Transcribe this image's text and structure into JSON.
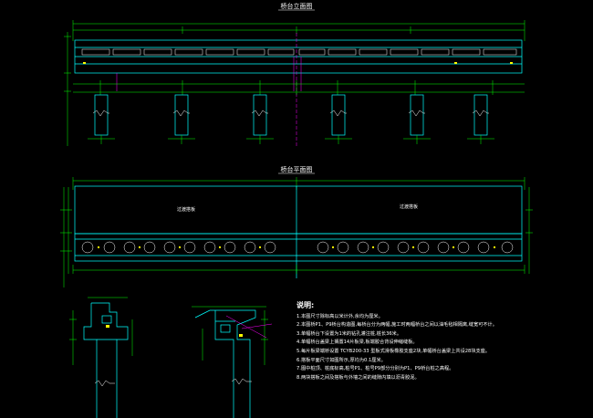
{
  "titles": {
    "elevation": "桥台立面图",
    "plan": "桥台平面图"
  },
  "plan_labels": {
    "slab_left": "过渡搭板",
    "slab_right": "过渡搭板"
  },
  "notes": {
    "heading": "说明:",
    "items": [
      "1.本图尺寸除标高以米计外,余均为厘米。",
      "2.本图桥P1、P9桥台构造图,每桥台分为两幅,施工时两幅桥台之间以油毛毡相隔离,缝宽可不计。",
      "3.单幅桥台下设置为1米的钻孔灌注桩,桩长36米。",
      "4.单幅桥台盖梁上搁置14片板梁,板端胶合背设伸缩缝板。",
      "5.每片板梁端桥设置  TCYB200-33  型板式滑板橡胶支座2块,单幅桥台盖梁上共设28块支座。",
      "6.搭板平面尺寸如图所示,厚均为0.1厘米。",
      "7.图中桩顶、桩底标高,桩号P1、桩号P9部分分别为P1、P9桥台桩之高程。",
      "8.两块搭板之间及搭板与外墙之间的缝隙内填以沥青胶泥。"
    ]
  },
  "colors": {
    "background": "#000000",
    "structure": "#00ffff",
    "dimension": "#00ff00",
    "text": "#ffffff",
    "accent": "#ff00ff",
    "highlight": "#ffff00"
  }
}
